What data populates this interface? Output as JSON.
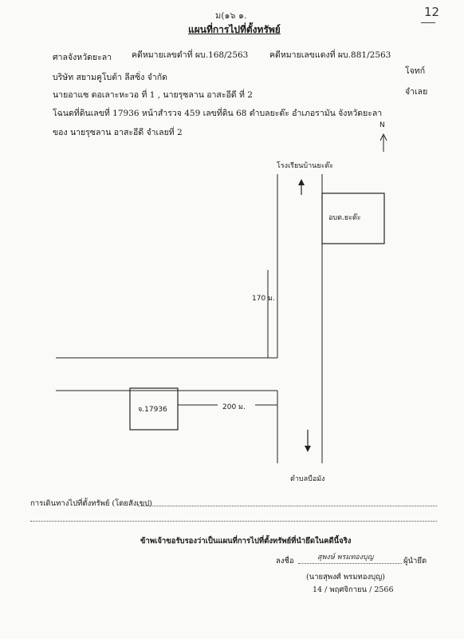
{
  "header": {
    "handwritten_note": "ม(๑๖ ๑.",
    "page_number": "12",
    "title": "แผนที่การไปที่ตั้งทรัพย์"
  },
  "case": {
    "court": "ศาลจังหวัดยะลา",
    "black_case": "คดีหมายเลขดำที่ ผบ.168/2563",
    "red_case": "คดีหมายเลขแดงที่ ผบ.881/2563",
    "plaintiff": "บริษัท สยามคูโบต้า ลีสซิ่ง จำกัด",
    "plaintiff_role": "โจทก์",
    "defendants": "นายอาแซ ดอเลาะหะวอ ที่ 1 , นายรุซลาน อาสะอีดี ที่ 2",
    "defendant_role": "จำเลย",
    "deed": "โฉนดที่ดินเลขที่ 17936 หน้าสำรวจ 459 เลขที่ดิน 68 ตำบลยะต๊ะ อำเภอรามัน จังหวัดยะลา",
    "owner": "ของ นายรุซลาน อาสะอีดี จำเลยที่ 2"
  },
  "map": {
    "north": "N",
    "school": "โรงเรียนบ้านยะต๊ะ",
    "office": "อบต.ยะต๊ะ",
    "distance_1": "170 ม.",
    "parcel": "จ.17936",
    "distance_2": "200 ม.",
    "subdistrict": "ตำบลบือมัง"
  },
  "footer": {
    "route_label": "การเดินทางไปที่ตั้งทรัพย์ (โดยสังเขป)",
    "certify": "ข้าพเจ้าขอรับรองว่าเป็นแผนที่การไปที่ตั้งทรัพย์ที่นำยึดในคดีนี้จริง",
    "sign_label": "ลงชื่อ",
    "signature": "สุพงษ์ พรมทองบุญ",
    "signer_role": "ผู้นำยึด",
    "signer_name": "(นายสุพงศ์ พรมทองบุญ)",
    "date": "14 / พฤศจิกายน / 2566"
  }
}
